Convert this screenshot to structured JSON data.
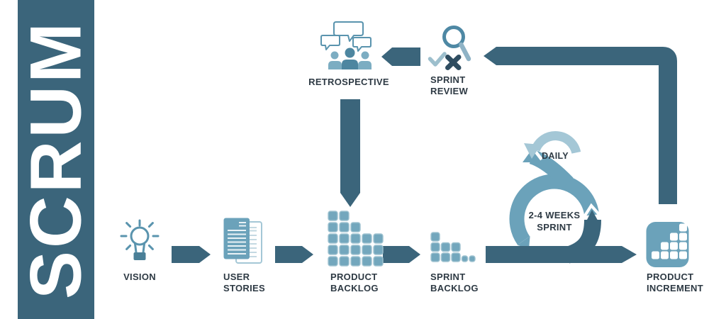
{
  "sidebar": {
    "title": "SCRUM"
  },
  "colors": {
    "dark_teal": "#3b657b",
    "medium_blue": "#6ba2ba",
    "light_blue": "#a4c7d6",
    "icon_outline": "#5a94ae",
    "square_fill": "#73a7bd",
    "square_edge": "#9ec2d0",
    "person_center": "#4d86a0",
    "person_side": "#7cadc2",
    "mark_dark": "#2f4d61",
    "mark_light": "#9dbfcd",
    "label_text": "#2e3a44"
  },
  "flow": {
    "steps": [
      {
        "label_lines": [
          "VISION"
        ],
        "icon": "lightbulb-icon"
      },
      {
        "label_lines": [
          "USER",
          "STORIES"
        ],
        "icon": "documents-icon"
      },
      {
        "label_lines": [
          "PRODUCT",
          "BACKLOG"
        ],
        "icon": "backlog-grid-icon",
        "columns": [
          5,
          5,
          4,
          3,
          3
        ]
      },
      {
        "label_lines": [
          "SPRINT",
          "BACKLOG"
        ],
        "icon": "sprint-backlog-grid-icon",
        "columns": [
          3,
          2,
          2,
          1,
          1
        ]
      },
      {
        "label_lines": [
          "PRODUCT",
          "INCREMENT"
        ],
        "icon": "increment-stairs-icon",
        "columns": [
          1,
          2,
          3,
          4
        ]
      }
    ],
    "top_steps": [
      {
        "label_lines": [
          "RETROSPECTIVE"
        ],
        "icon": "team-discussion-icon"
      },
      {
        "label_lines": [
          "SPRINT",
          "REVIEW"
        ],
        "icon": "magnifier-review-icon"
      }
    ],
    "loop": {
      "daily_label": "DAILY",
      "sprint_label_lines": [
        "2-4 WEEKS",
        "SPRINT"
      ]
    }
  }
}
